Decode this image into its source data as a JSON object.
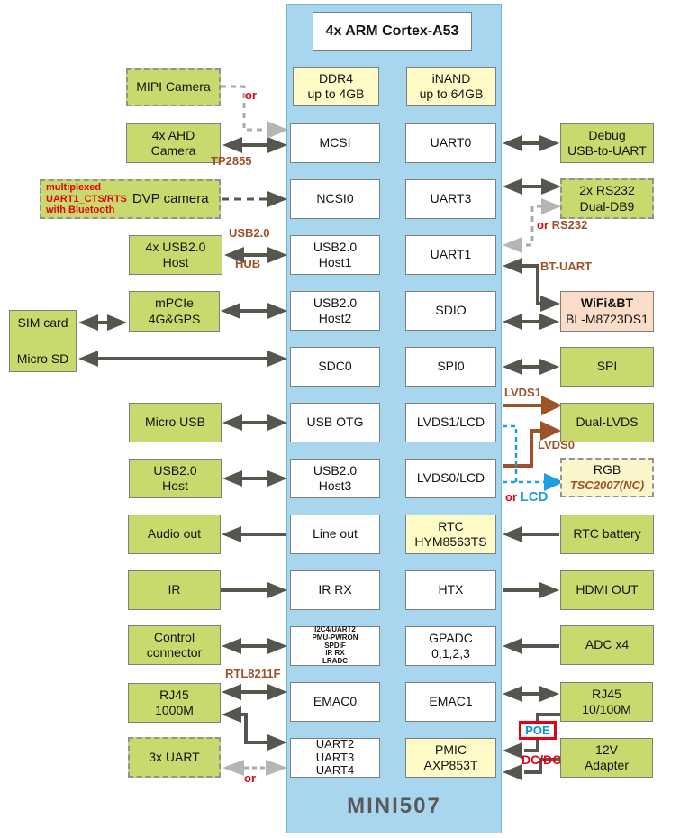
{
  "title": "MINI507",
  "soc": {
    "label": "4x ARM Cortex-A53"
  },
  "memory": {
    "ddr4": {
      "l1": "DDR4",
      "l2": "up to 4GB"
    },
    "inand": {
      "l1": "iNAND",
      "l2": "up to 64GB"
    }
  },
  "ports_left": {
    "mcsi": "MCSI",
    "ncsi0": "NCSI0",
    "usbhost1": {
      "l1": "USB2.0",
      "l2": "Host1"
    },
    "usbhost2": {
      "l1": "USB2.0",
      "l2": "Host2"
    },
    "sdc0": "SDC0",
    "usbotg": "USB OTG",
    "usbhost3": {
      "l1": "USB2.0",
      "l2": "Host3"
    },
    "lineout": "Line out",
    "irrx": "IR RX",
    "misc": {
      "l1": "I2C4/UART2",
      "l2": "PMU-PWRON",
      "l3": "SPDIF",
      "l4": "IR RX",
      "l5": "LRADC"
    },
    "emac0": "EMAC0",
    "uarts": {
      "l1": "UART2",
      "l2": "UART3",
      "l3": "UART4"
    }
  },
  "ports_right": {
    "uart0": "UART0",
    "uart3": "UART3",
    "uart1": "UART1",
    "sdio": "SDIO",
    "spi0": "SPI0",
    "lvds1": "LVDS1/LCD",
    "lvds0": "LVDS0/LCD",
    "rtc": {
      "l1": "RTC",
      "l2": "HYM8563TS"
    },
    "htx": "HTX",
    "gpadc": {
      "l1": "GPADC",
      "l2": "0,1,2,3"
    },
    "emac1": "EMAC1",
    "pmic": {
      "l1": "PMIC",
      "l2": "AXP853T"
    }
  },
  "left": {
    "mipi": "MIPI Camera",
    "ahd": {
      "l1": "4x AHD",
      "l2": "Camera"
    },
    "dvp": {
      "red1": "multiplexed",
      "red2": "UART1_CTS/RTS",
      "red3": "with Bluetooth",
      "label": "DVP camera"
    },
    "usb4": {
      "l1": "4x USB2.0",
      "l2": "Host"
    },
    "mpcie": {
      "l1": "mPCIe",
      "l2": "4G&GPS"
    },
    "sim": "SIM card",
    "microsd": "Micro SD",
    "microusb": "Micro USB",
    "usbhost": {
      "l1": "USB2.0",
      "l2": "Host"
    },
    "audio": "Audio out",
    "ir": "IR",
    "control": {
      "l1": "Control",
      "l2": "connector"
    },
    "rj45": {
      "l1": "RJ45",
      "l2": "1000M"
    },
    "uart3x": "3x UART"
  },
  "right": {
    "debug": {
      "l1": "Debug",
      "l2": "USB-to-UART"
    },
    "rs232": {
      "l1": "2x RS232",
      "l2": "Dual-DB9"
    },
    "wifi": {
      "l1": "WiFi&BT",
      "l2": "BL-M8723DS1"
    },
    "spi": "SPI",
    "duallvds": "Dual-LVDS",
    "rgb": {
      "l1": "RGB",
      "part": "TSC2007(",
      "nc": "NC",
      "close": ")"
    },
    "rtcbat": "RTC battery",
    "hdmi": "HDMI OUT",
    "adc": "ADC x4",
    "rj45": {
      "l1": "RJ45",
      "l2": "10/100M"
    },
    "adapter": {
      "l1": "12V",
      "l2": "Adapter"
    }
  },
  "labels": {
    "tp2855": "TP2855",
    "or": "or",
    "usb20": "USB2.0",
    "hub": "HUB",
    "rs232": "RS232",
    "btuart": "BT-UART",
    "lvds1": "LVDS1",
    "lvds0": "LVDS0",
    "lcd": "LCD",
    "rtl8211f": "RTL8211F",
    "poe": "POE",
    "dcdc": "DC/DC"
  },
  "colors": {
    "soc_column": "#a8d6ef",
    "peripheral_green": "#c8da6e",
    "memory_yellow": "#fffac6",
    "wifi_pink": "#fbdcc8",
    "arrow_dark": "#57564e",
    "arrow_light": "#b5b5b5",
    "accent_brown": "#9e5229",
    "accent_red": "#e60014",
    "accent_blue": "#1e9fe0",
    "poe_blue": "#0095dd"
  }
}
